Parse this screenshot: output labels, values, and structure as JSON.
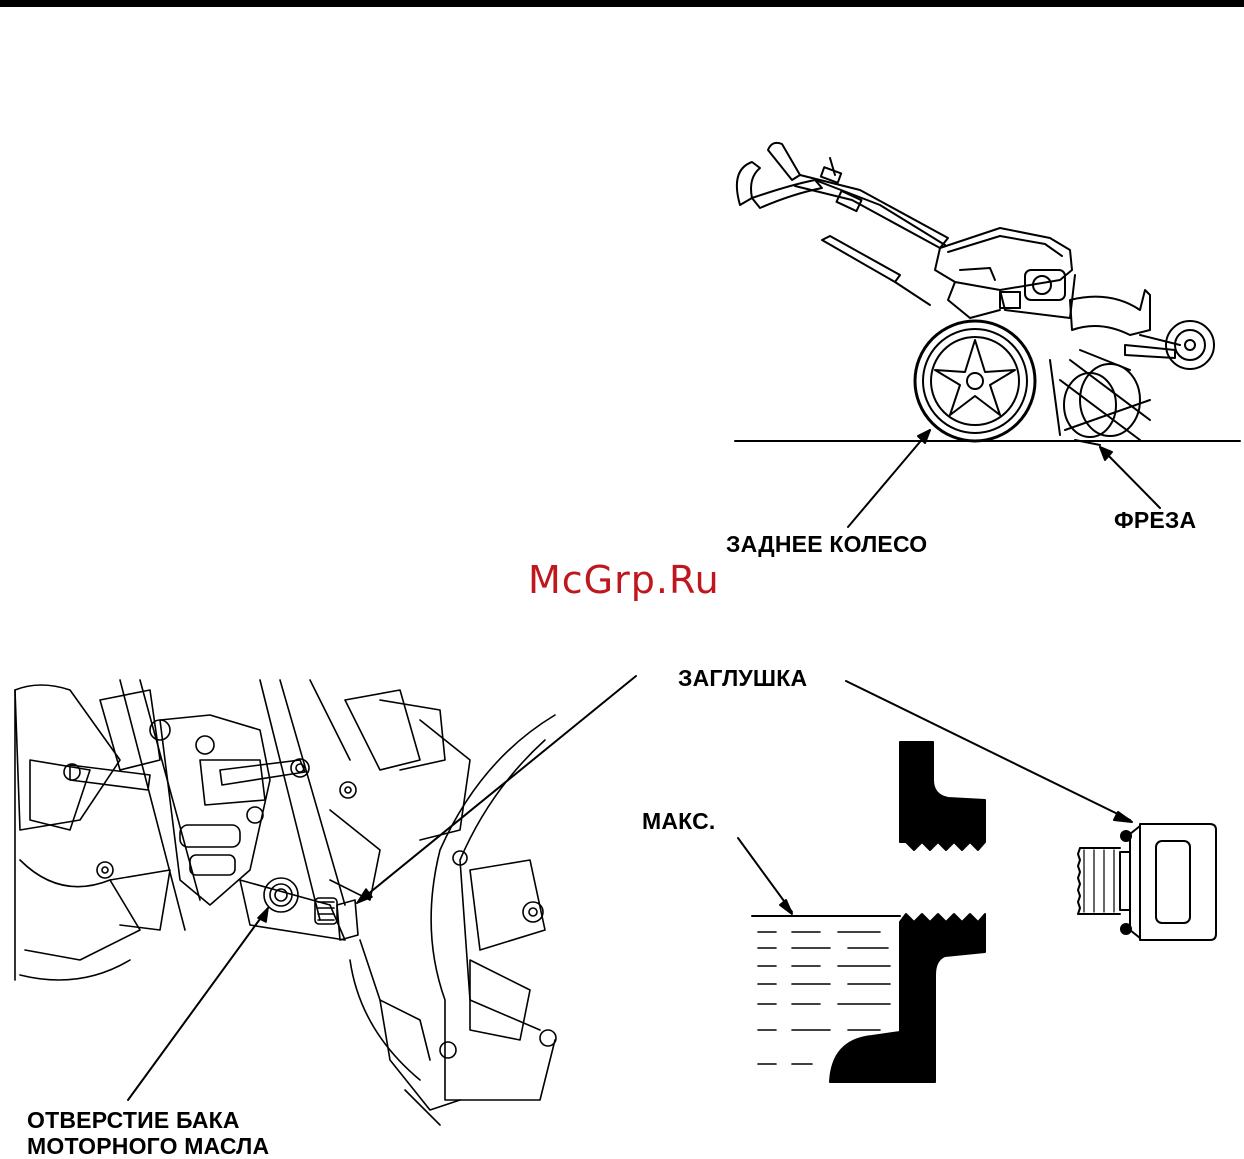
{
  "labels": {
    "rear_wheel": "ЗАДНЕЕ КОЛЕСО",
    "tines": "ФРЕЗА",
    "plug": "ЗАГЛУШКА",
    "max_level": "МАКС.",
    "filler_line1": "ОТВЕРСТИЕ БАКА",
    "filler_line2": "МОТОРНОГО МАСЛА"
  },
  "watermark": "McGrp.Ru",
  "colors": {
    "ink": "#000000",
    "watermark": "#c0161d"
  }
}
